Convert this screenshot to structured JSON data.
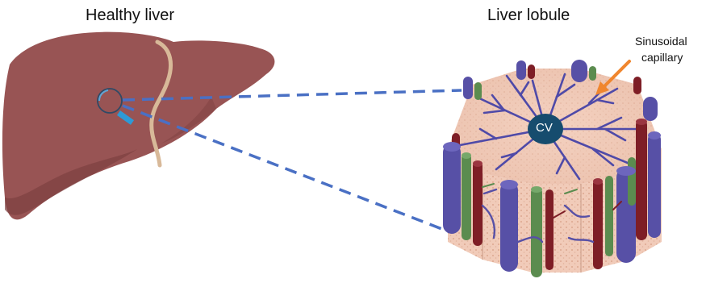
{
  "labels": {
    "healthy_liver": "Healthy liver",
    "liver_lobule": "Liver lobule",
    "sinusoidal_line1": "Sinusoidal",
    "sinusoidal_line2": "capillary",
    "central_vein": "CV"
  },
  "colors": {
    "liver_fill": "#985454",
    "liver_shade": "#7e4040",
    "ligament": "#d8b999",
    "zoom_lines": "#4a70c4",
    "hepatocyte_fill": "#f1cbb9",
    "central_vein": "#164c6e",
    "portal_vein": "#5750a6",
    "hepatic_artery": "#7e1e26",
    "bile_duct": "#5b8c4f",
    "arrow": "#f0862e"
  },
  "icons": {
    "liver": "liver-organ-icon",
    "lobule": "liver-lobule-icon"
  }
}
